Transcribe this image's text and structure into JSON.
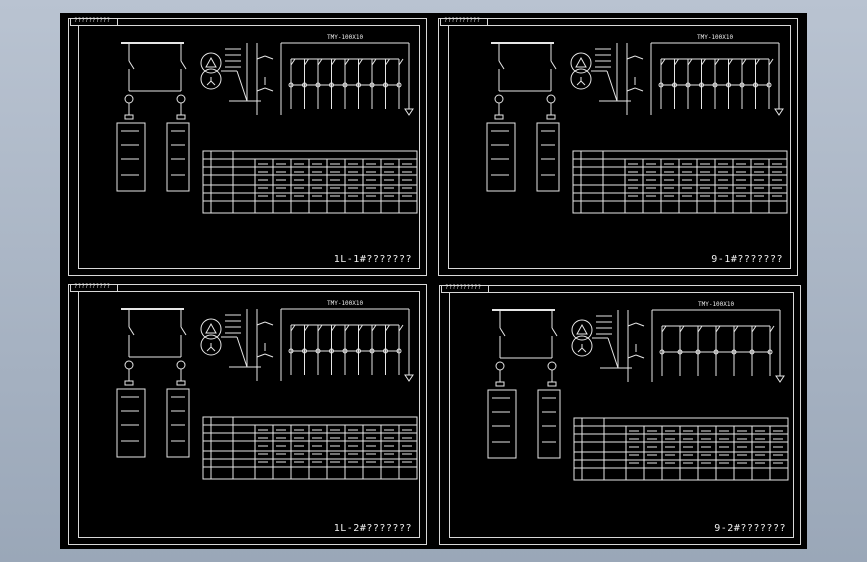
{
  "sheets": [
    {
      "tag": "??????????",
      "title": "1L-1#???????",
      "busbar_label": "TMY-100X10"
    },
    {
      "tag": "??????????",
      "title": "9-1#???????",
      "busbar_label": "TMY-100X10"
    },
    {
      "tag": "??????????",
      "title": "1L-2#???????",
      "busbar_label": "TMY-100X10"
    },
    {
      "tag": "??????????",
      "title": "9-2#???????",
      "busbar_label": "TMY-100X10"
    }
  ],
  "colors": {
    "background": "#000000",
    "line": "#e8e8e8",
    "window": "#aab5c4"
  }
}
